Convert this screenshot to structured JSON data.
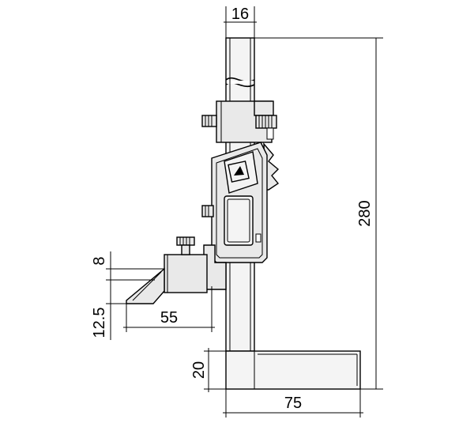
{
  "dimensions": {
    "beam_width": "16",
    "total_height": "280",
    "scriber_thickness": "8",
    "scriber_offset": "12.5",
    "scriber_reach": "55",
    "base_height": "20",
    "base_length": "75"
  },
  "icons": {
    "button": "triangle-up-icon"
  },
  "colors": {
    "outline": "#000000",
    "fill": "#e9e9e9",
    "background": "#ffffff"
  }
}
